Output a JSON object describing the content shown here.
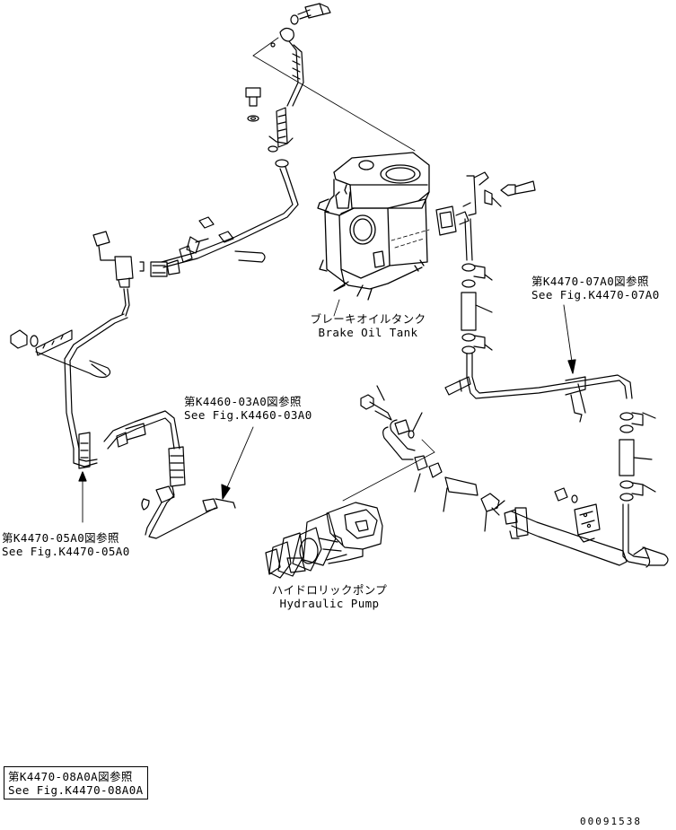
{
  "labels": {
    "brake_tank": {
      "jp": "ブレーキオイルタンク",
      "en": "Brake Oil Tank"
    },
    "hyd_pump": {
      "jp": "ハイドロリックポンプ",
      "en": "Hydraulic Pump"
    },
    "ref_07a0": {
      "jp": "第K4470-07A0図参照",
      "en": "See Fig.K4470-07A0"
    },
    "ref_03a0": {
      "jp": "第K4460-03A0図参照",
      "en": "See Fig.K4460-03A0"
    },
    "ref_05a0": {
      "jp": "第K4470-05A0図参照",
      "en": "See Fig.K4470-05A0"
    },
    "ref_08a0a": {
      "jp": "第K4470-08A0A図参照",
      "en": "See Fig.K4470-08A0A"
    }
  },
  "drawing_number": "00091538"
}
